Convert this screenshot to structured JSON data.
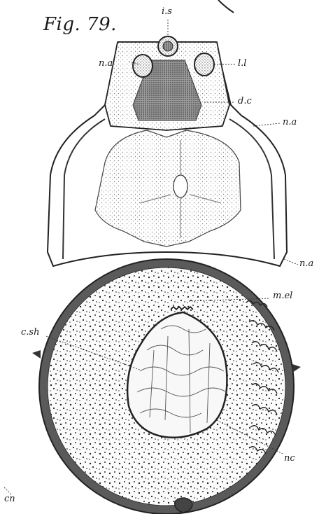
{
  "figure": {
    "title": "Fig. 79.",
    "labels": {
      "i_s": "i.s",
      "n_a_prime": "n.a'",
      "l_l": "l.l",
      "d_c": "d.c",
      "n_a_upper": "n.a",
      "n_a_lower": "n.a",
      "m_el": "m.el",
      "c_sh": "c.sh",
      "nc": "nc",
      "cn": "cn"
    }
  },
  "colors": {
    "ink": "#1a1a1a",
    "stipple_light": "#d9d9d9",
    "stipple_mid": "#b3b3b3",
    "stipple_dark": "#6e6e6e",
    "paper": "#ffffff"
  }
}
